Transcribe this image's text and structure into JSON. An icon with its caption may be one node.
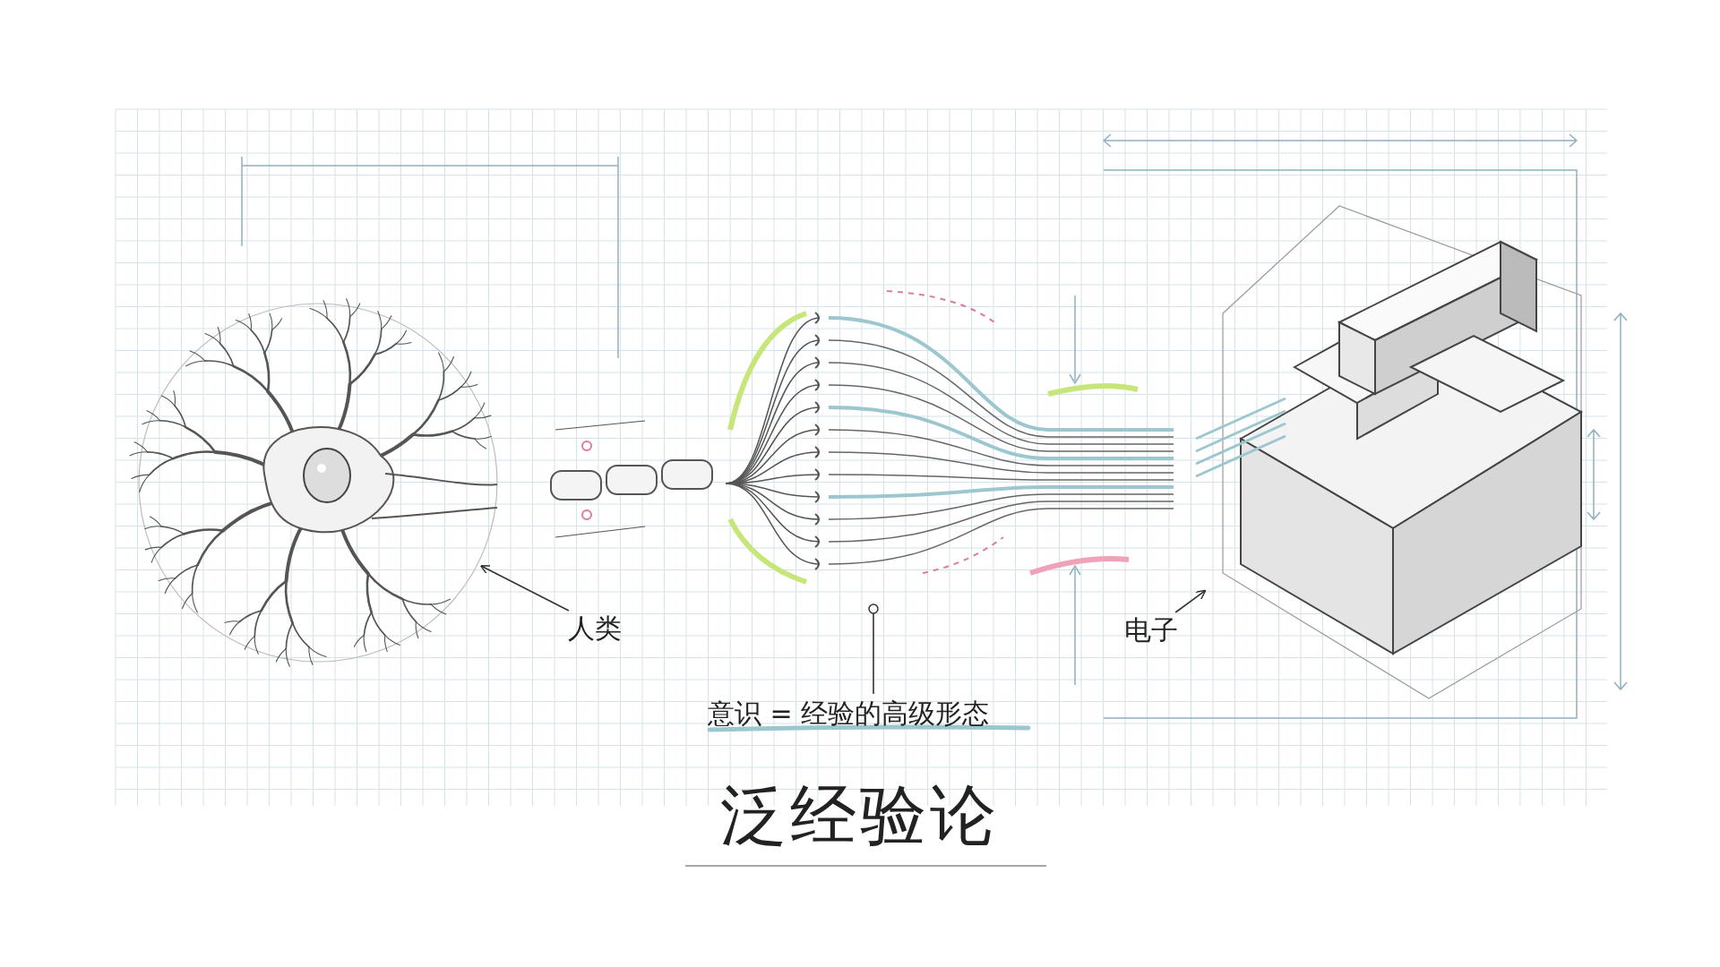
{
  "diagram": {
    "title": "泛经验论",
    "nodes": [
      {
        "text": [],
        "shape": "picture"
      },
      {
        "text": [],
        "shape": "picture"
      },
      {
        "text": [],
        "shape": "picture"
      },
      {
        "text": [
          "人类"
        ]
      },
      {
        "text": [
          "电子"
        ]
      },
      {
        "text": [
          "意识 = 经验的高级形态"
        ]
      }
    ],
    "edges": [
      {
        "from": 3,
        "to": 0,
        "arrow": "to"
      },
      {
        "from": 4,
        "to": 2,
        "arrow": "to"
      },
      {
        "from": 5,
        "to": 1,
        "arrow": "other"
      }
    ]
  }
}
